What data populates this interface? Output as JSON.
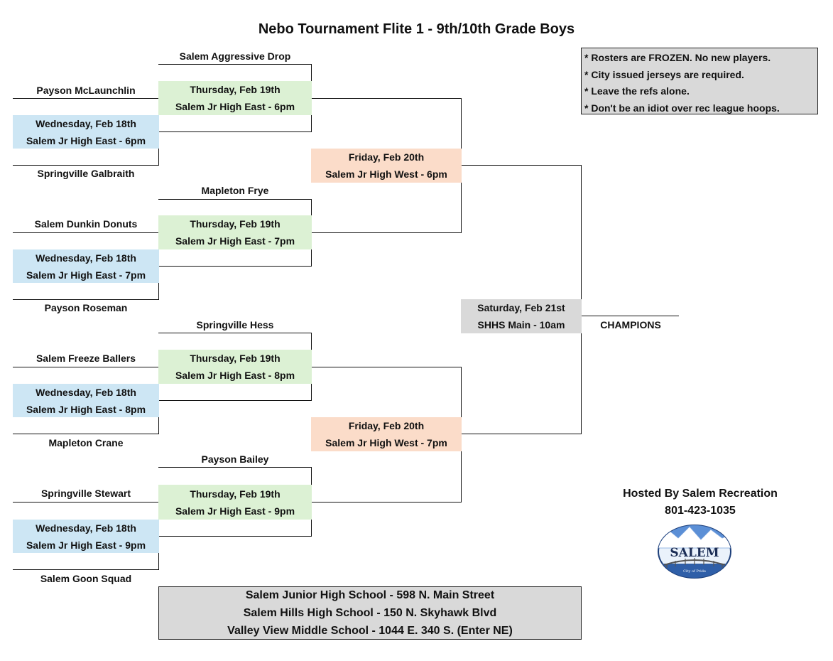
{
  "title": "Nebo Tournament Flite 1  -  9th/10th Grade Boys",
  "first_round": [
    {
      "team_a": "Payson McLaunchlin",
      "team_b": "Springville Galbraith",
      "day": "Wednesday, Feb 18th",
      "place": "Salem Jr High East - 6pm"
    },
    {
      "team_a": "Salem Dunkin Donuts",
      "team_b": "Payson Roseman",
      "day": "Wednesday, Feb 18th",
      "place": "Salem Jr High East - 7pm"
    },
    {
      "team_a": "Salem Freeze Ballers",
      "team_b": "Mapleton Crane",
      "day": "Wednesday, Feb 18th",
      "place": "Salem Jr High East - 8pm"
    },
    {
      "team_a": "Springville Stewart",
      "team_b": "Salem Goon Squad",
      "day": "Wednesday, Feb 18th",
      "place": "Salem Jr High East - 9pm"
    }
  ],
  "second_round": [
    {
      "bye_team": "Salem Aggressive Drop",
      "day": "Thursday, Feb 19th",
      "place": "Salem Jr High East - 6pm"
    },
    {
      "bye_team": "Mapleton Frye",
      "day": "Thursday, Feb 19th",
      "place": "Salem Jr High East - 7pm"
    },
    {
      "bye_team": "Springville Hess",
      "day": "Thursday, Feb 19th",
      "place": "Salem Jr High East - 8pm"
    },
    {
      "bye_team": "Payson Bailey",
      "day": "Thursday, Feb 19th",
      "place": "Salem Jr High East - 9pm"
    }
  ],
  "semifinals": [
    {
      "day": "Friday, Feb 20th",
      "place": "Salem Jr High West - 6pm"
    },
    {
      "day": "Friday, Feb 20th",
      "place": "Salem Jr High West - 7pm"
    }
  ],
  "final": {
    "day": "Saturday, Feb 21st",
    "place": "SHHS Main - 10am"
  },
  "champions_label": "CHAMPIONS",
  "notes": [
    "* Rosters are FROZEN. No new players.",
    "* City issued jerseys are required.",
    "* Leave the refs alone.",
    "* Don't be an idiot over rec league hoops."
  ],
  "host": {
    "line1": "Hosted By Salem Recreation",
    "phone": "801-423-1035"
  },
  "logo": {
    "name": "SALEM",
    "tagline": "City of Pride"
  },
  "venues": [
    "Salem Junior High School - 598 N. Main Street",
    "Salem Hills High School - 150 N. Skyhawk Blvd",
    "Valley View Middle School - 1044 E. 340 S. (Enter NE)"
  ],
  "colors": {
    "first_round_fill": "#cde6f4",
    "second_round_fill": "#dcf1d4",
    "semifinal_fill": "#fbdcc9",
    "final_fill": "#d9d9d9"
  }
}
